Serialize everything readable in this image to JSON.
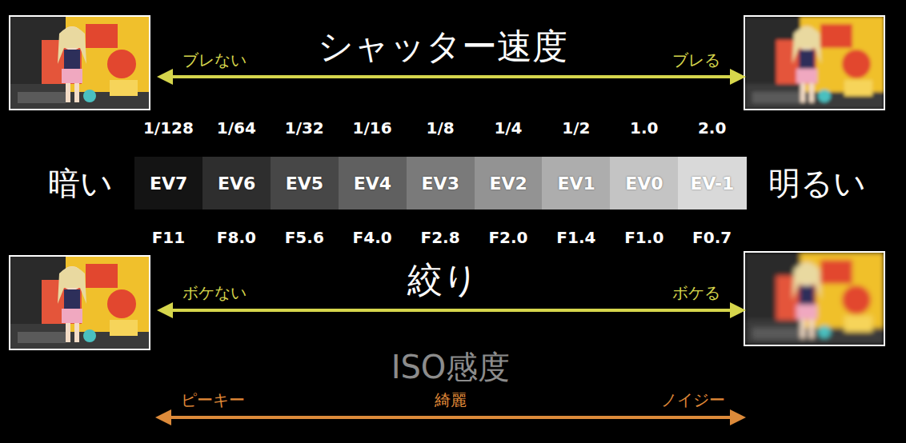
{
  "diagram": {
    "nodes": [
      {
        "text": [
          "EV7"
        ]
      },
      {
        "text": [
          "EV6"
        ]
      },
      {
        "text": [
          "EV5"
        ]
      },
      {
        "text": [
          "EV4"
        ]
      },
      {
        "text": [
          "EV3"
        ]
      },
      {
        "text": [
          "EV2"
        ]
      },
      {
        "text": [
          "EV1"
        ]
      },
      {
        "text": [
          "EV0"
        ]
      },
      {
        "text": [
          "EV-1"
        ]
      }
    ],
    "labels": [
      "シャッター速度",
      "ブレない",
      "ブレる",
      "1/128",
      "1/64",
      "1/32",
      "1/16",
      "1/8",
      "1/4",
      "1/2",
      "1.0",
      "2.0",
      "暗い",
      "明るい",
      "F11",
      "F8.0",
      "F5.6",
      "F4.0",
      "F2.8",
      "F2.0",
      "F1.4",
      "F1.0",
      "F0.7",
      "絞り",
      "ボケない",
      "ボケる",
      "ISO感度",
      "ピーキー",
      "綺麗",
      "ノイジー"
    ]
  }
}
